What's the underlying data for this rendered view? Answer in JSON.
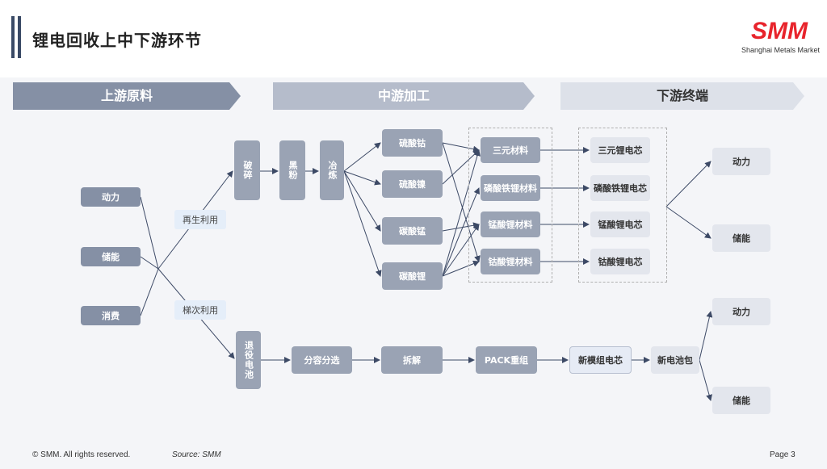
{
  "header": {
    "title": "锂电回收上中下游环节",
    "logo_text": "SMM",
    "logo_subtitle": "Shanghai Metals Market",
    "colors": {
      "accent": "#3a4a66",
      "logo_red": "#e8242c"
    }
  },
  "stages": {
    "upstream": "上游原料",
    "midstream": "中游加工",
    "downstream": "下游终端"
  },
  "sources": {
    "power": "动力",
    "storage": "储能",
    "consumer": "消费"
  },
  "routes": {
    "recycle": "再生利用",
    "cascade": "梯次利用"
  },
  "recycle_chain": {
    "crush": "破碎",
    "black_powder": "黑粉",
    "smelt": "冶炼"
  },
  "salts": {
    "cobalt_sulfate": "硫酸钴",
    "nickel_sulfate": "硫酸镍",
    "manganese_carbonate": "碳酸锰",
    "lithium_carbonate": "碳酸锂"
  },
  "materials": {
    "ternary": "三元材料",
    "lfp": "磷酸铁锂材料",
    "lmo": "锰酸锂材料",
    "lco": "钴酸锂材料"
  },
  "cells": {
    "ternary": "三元锂电芯",
    "lfp": "磷酸铁锂电芯",
    "lmo": "锰酸锂电芯",
    "lco": "钴酸锂电芯"
  },
  "recycle_end": {
    "power": "动力",
    "storage": "储能"
  },
  "cascade_chain": {
    "retired": "退役电池",
    "sorting": "分容分选",
    "disassembly": "拆解",
    "pack": "PACK重组",
    "new_module": "新模组电芯",
    "new_pack": "新电池包"
  },
  "cascade_end": {
    "power": "动力",
    "storage": "储能"
  },
  "footer": {
    "copyright": "© SMM. All rights reserved.",
    "source": "Source: SMM",
    "page": "Page 3"
  }
}
